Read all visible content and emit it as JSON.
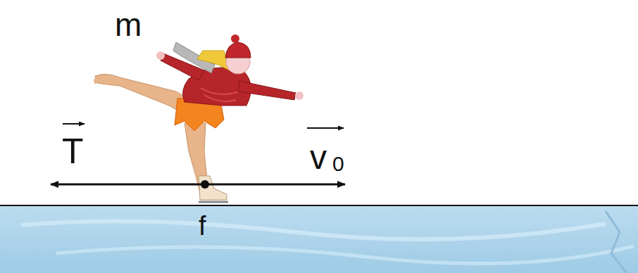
{
  "diagram": {
    "labels": [
      "m",
      "T",
      "v",
      "0",
      "f"
    ]
  }
}
